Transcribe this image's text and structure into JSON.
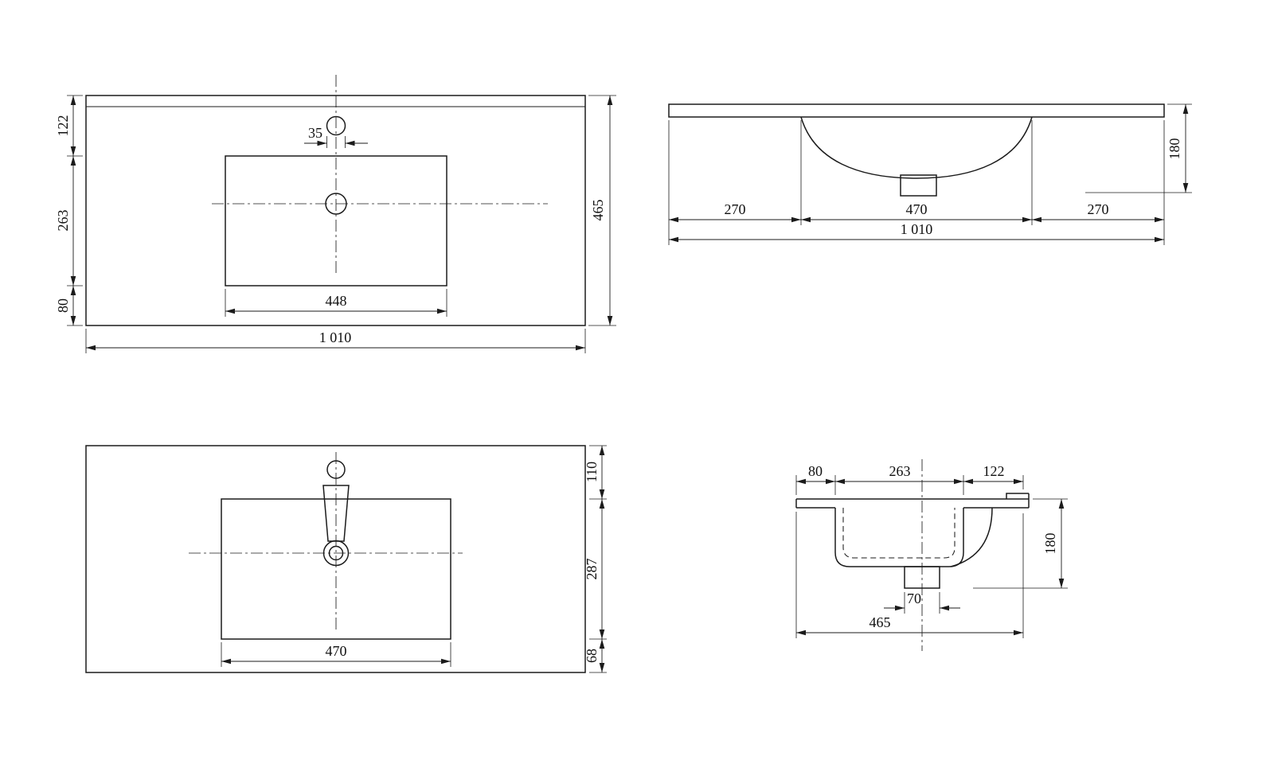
{
  "drawing": {
    "background": "#ffffff",
    "line_color": "#1b1b1b"
  },
  "views": {
    "plan_top": {
      "dims": {
        "left_122": "122",
        "left_263": "263",
        "left_80": "80",
        "hole_35": "35",
        "basin_width_448": "448",
        "overall_width_1010": "1 010",
        "overall_depth_465": "465"
      }
    },
    "front_elevation": {
      "dims": {
        "left_270": "270",
        "basin_470": "470",
        "right_270": "270",
        "overall_1010": "1 010",
        "height_180": "180"
      }
    },
    "plan_faucet": {
      "dims": {
        "top_110": "110",
        "middle_287": "287",
        "bottom_68": "68",
        "basin_470": "470"
      }
    },
    "side_section": {
      "dims": {
        "top_80": "80",
        "top_263": "263",
        "top_122": "122",
        "height_180": "180",
        "drain_70": "70",
        "depth_465": "465"
      }
    }
  }
}
